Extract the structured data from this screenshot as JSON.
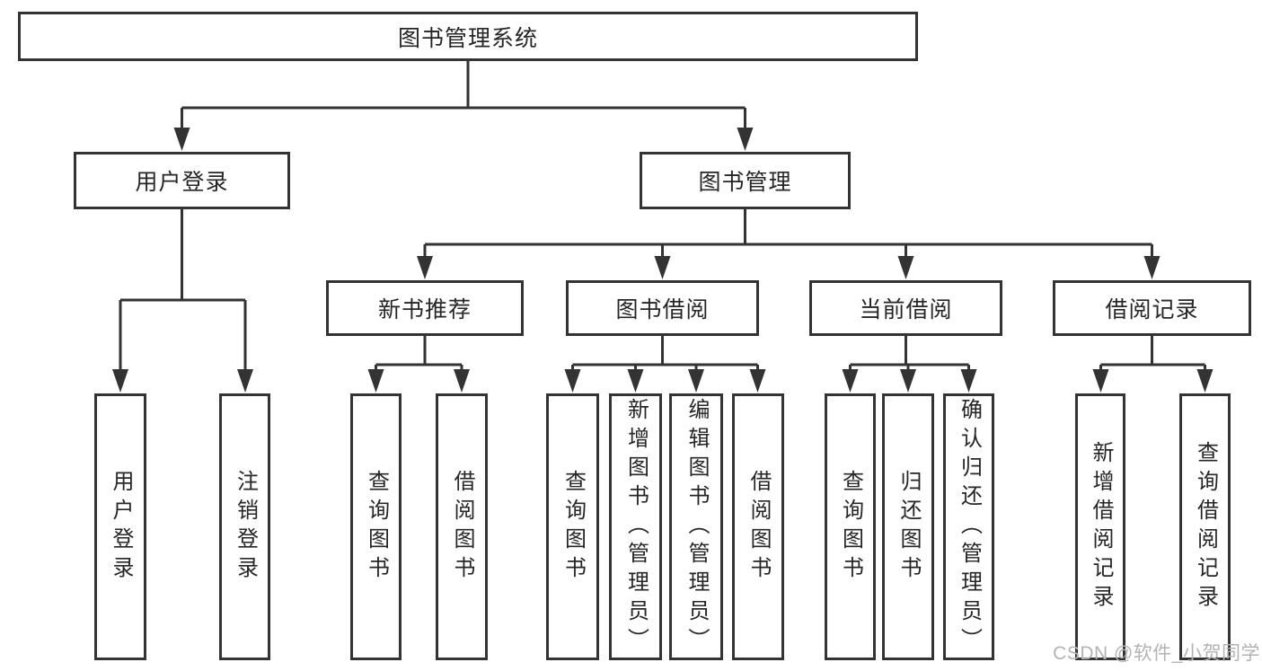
{
  "diagram": {
    "title": "图书管理系统",
    "level2": [
      {
        "label": "用户登录",
        "parent": "图书管理系统"
      },
      {
        "label": "图书管理",
        "parent": "图书管理系统"
      }
    ],
    "level3": [
      {
        "label": "新书推荐",
        "parent": "图书管理"
      },
      {
        "label": "图书借阅",
        "parent": "图书管理"
      },
      {
        "label": "当前借阅",
        "parent": "图书管理"
      },
      {
        "label": "借阅记录",
        "parent": "图书管理"
      }
    ],
    "leaves": [
      {
        "label": "用户登录",
        "parent": "用户登录"
      },
      {
        "label": "注销登录",
        "parent": "用户登录"
      },
      {
        "label": "查询图书",
        "parent": "新书推荐"
      },
      {
        "label": "借阅图书",
        "parent": "新书推荐"
      },
      {
        "label": "查询图书",
        "parent": "图书借阅"
      },
      {
        "label": "新增图书（管理员）",
        "parent": "图书借阅"
      },
      {
        "label": "编辑图书（管理员）",
        "parent": "图书借阅"
      },
      {
        "label": "借阅图书",
        "parent": "图书借阅"
      },
      {
        "label": "查询图书",
        "parent": "当前借阅"
      },
      {
        "label": "归还图书",
        "parent": "当前借阅"
      },
      {
        "label": "确认归还（管理员）",
        "parent": "当前借阅"
      },
      {
        "label": "新增借阅记录",
        "parent": "借阅记录"
      },
      {
        "label": "查询借阅记录",
        "parent": "借阅记录"
      }
    ]
  },
  "watermark": {
    "text": "CSDN @软件_小贺同学"
  },
  "colors": {
    "line": "#333333",
    "box_fill": "#ffffff",
    "text": "#262626",
    "watermark": "#b3b3b3"
  }
}
